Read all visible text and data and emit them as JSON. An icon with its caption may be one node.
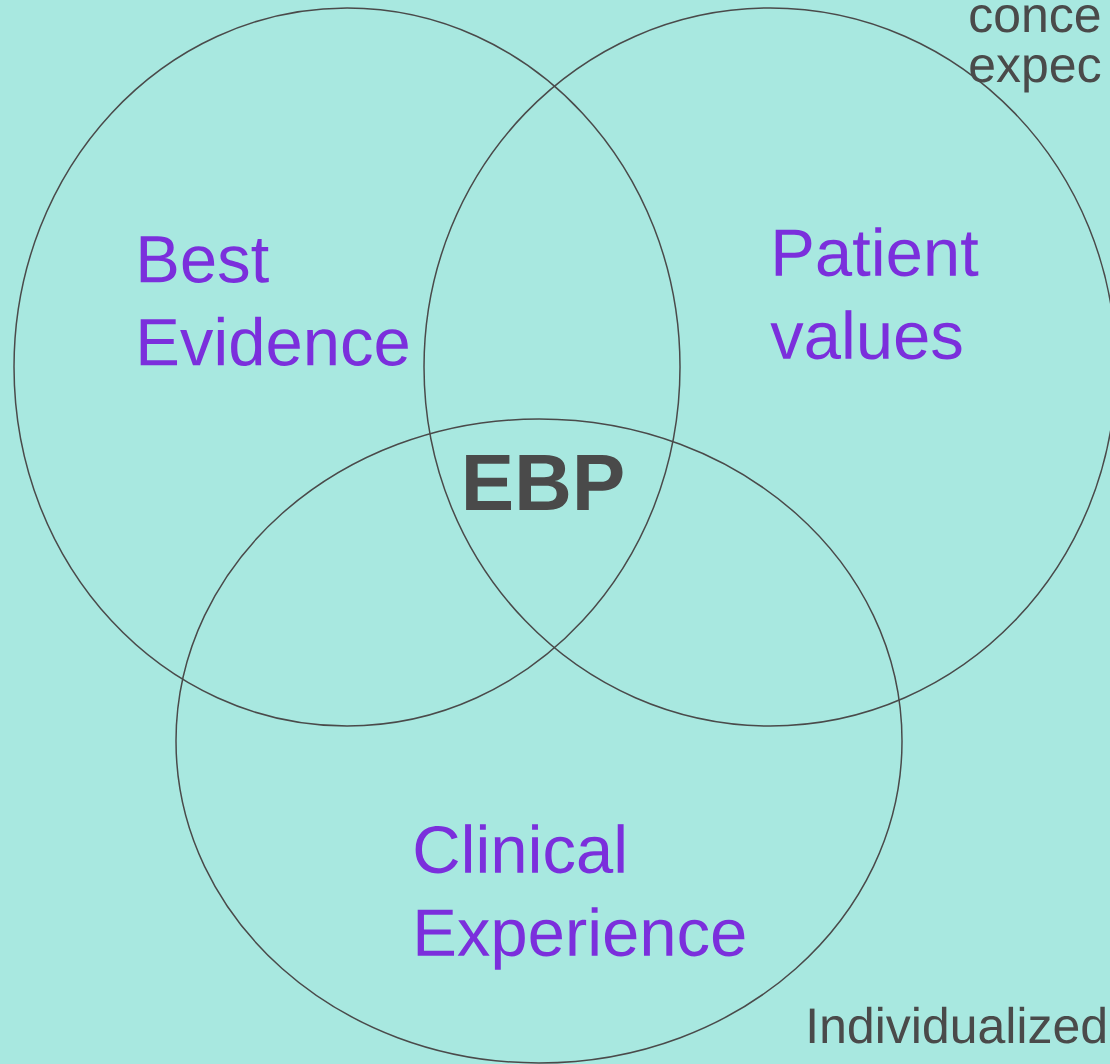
{
  "diagram": {
    "nodes": [
      {
        "text": [
          "Best Evidence"
        ]
      },
      {
        "text": [
          "Patient values"
        ]
      },
      {
        "text": [
          "Clinical Experience"
        ]
      }
    ],
    "labels": [
      "EBP",
      "conce",
      "expec",
      "Individualized"
    ]
  }
}
